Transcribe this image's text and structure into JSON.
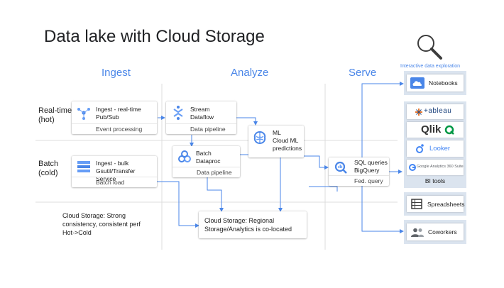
{
  "title": "Data lake with Cloud Storage",
  "columns": {
    "ingest": "Ingest",
    "analyze": "Analyze",
    "serve": "Serve"
  },
  "rows": {
    "realtime": [
      "Real-time",
      "(hot)"
    ],
    "batch": [
      "Batch",
      "(cold)"
    ]
  },
  "boxes": {
    "ingest_realtime": {
      "lines": [
        "Ingest - real-time",
        "Pub/Sub"
      ],
      "sub": "Event processing",
      "icon": "pubsub-icon"
    },
    "ingest_batch": {
      "lines": [
        "Ingest - bulk",
        "Gsutil/Transfer Service"
      ],
      "sub": "Batch load",
      "icon": "transfer-service-icon"
    },
    "stream": {
      "lines": [
        "Stream",
        "Dataflow"
      ],
      "sub": "Data pipeline",
      "icon": "dataflow-icon"
    },
    "batch": {
      "lines": [
        "Batch",
        "Dataproc"
      ],
      "sub": "Data pipeline",
      "icon": "dataproc-icon"
    },
    "ml": {
      "lines": [
        "ML",
        "Cloud ML",
        "predictions"
      ],
      "icon": "cloud-ml-icon"
    },
    "sql": {
      "lines": [
        "SQL queries",
        "BigQuery"
      ],
      "sub": "Fed. query",
      "icon": "bigquery-icon"
    },
    "storage": {
      "lines": [
        "Cloud Storage: Regional",
        "Storage/Analytics is co-located"
      ]
    }
  },
  "note": [
    "Cloud Storage: Strong",
    "consistency, consistent perf",
    "Hot->Cold"
  ],
  "serve": {
    "exploration_label": "Interactive data exploration",
    "notebooks": "Notebooks",
    "bi_tools": [
      "+ableau",
      "Qlik",
      "Looker",
      "Google Analytics 360 Suite"
    ],
    "bi_label": "BI tools",
    "spreadsheets": "Spreadsheets",
    "coworkers": "Coworkers"
  },
  "colors": {
    "accent": "#4a86e8",
    "panel": "#dbe4ef",
    "qlik_green": "#009845",
    "looker_blue": "#4285f4"
  },
  "icons": [
    "magnifier-icon",
    "cloud-icon",
    "tableau-icon",
    "qlik-icon",
    "looker-icon",
    "google-analytics-icon",
    "spreadsheet-icon",
    "people-icon"
  ]
}
